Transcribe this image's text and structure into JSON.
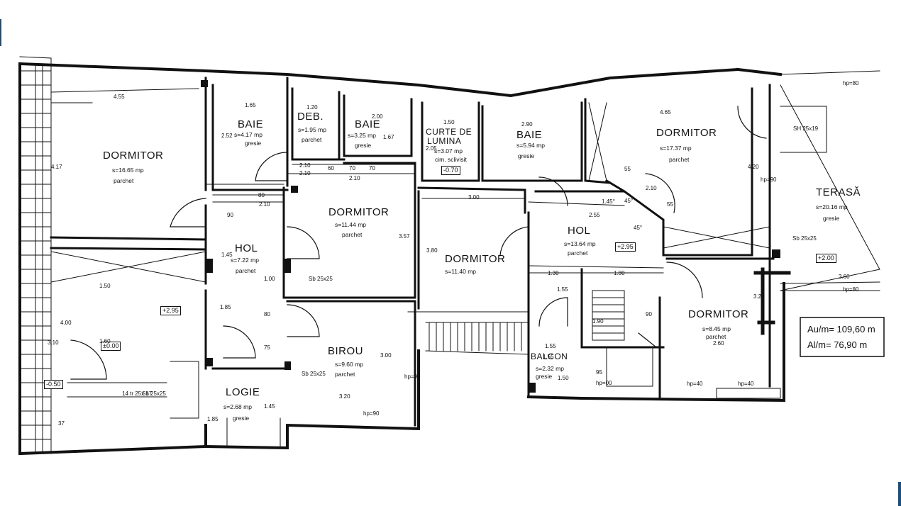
{
  "colors": {
    "ink": "#111111",
    "paper": "#ffffff",
    "accent": "#1f4e79"
  },
  "rooms": [
    {
      "id": "dormitor-1",
      "name": "DORMITOR",
      "area": "s=16.65 mp",
      "finish": "parchet"
    },
    {
      "id": "baie-1",
      "name": "BAIE",
      "area": "s=4.17 mp",
      "finish": "gresie"
    },
    {
      "id": "deb",
      "name": "DEB.",
      "area": "s=1.95 mp",
      "finish": "parchet"
    },
    {
      "id": "baie-2",
      "name": "BAIE",
      "area": "s=3.25 mp",
      "finish": "gresie"
    },
    {
      "id": "curte",
      "name": "CURTE DE",
      "name2": "LUMINA",
      "area": "s=3.07 mp",
      "finish": "cim. sclivisit"
    },
    {
      "id": "baie-3",
      "name": "BAIE",
      "area": "s=5.94 mp",
      "finish": "gresie"
    },
    {
      "id": "dormitor-2",
      "name": "DORMITOR",
      "area": "s=17.37 mp",
      "finish": "parchet"
    },
    {
      "id": "terasa",
      "name": "TERASĂ",
      "area": "s=20.16 mp",
      "finish": "gresie"
    },
    {
      "id": "dormitor-3",
      "name": "DORMITOR",
      "area": "s=11.44 mp",
      "finish": "parchet"
    },
    {
      "id": "hol-1",
      "name": "HOL",
      "area": "s=7.22 mp",
      "finish": "parchet"
    },
    {
      "id": "dormitor-4",
      "name": "DORMITOR",
      "area": "s=11.40 mp",
      "finish": ""
    },
    {
      "id": "hol-2",
      "name": "HOL",
      "area": "s=13.64 mp",
      "finish": "parchet"
    },
    {
      "id": "dormitor-5",
      "name": "DORMITOR",
      "area": "s=8.45 mp",
      "finish": "parchet"
    },
    {
      "id": "birou",
      "name": "BIROU",
      "area": "s=9.60 mp",
      "finish": "parchet"
    },
    {
      "id": "logie",
      "name": "LOGIE",
      "area": "s=2.68 mp",
      "finish": "gresie"
    },
    {
      "id": "balcon",
      "name": "BALCON",
      "area": "s=2.32 mp",
      "finish": "gresie"
    }
  ],
  "levels": [
    "-0.70",
    "+2.95",
    "+2.95",
    "±0.00",
    "-0.50",
    "+2.00"
  ],
  "dimensions": [
    "4.55",
    "1.65",
    "1.20",
    "2.00",
    "1.50",
    "2.90",
    "4.65",
    "4.17",
    "2.52",
    "1.67",
    "2.05",
    "2.10",
    "2.10",
    "60",
    "70",
    "70",
    "2.10",
    "80",
    "3.00",
    "3.57",
    "3.80",
    "2.10",
    "1.45",
    "90",
    "1.00",
    "1.85",
    "80",
    "75",
    "3.20",
    "3.00",
    "hp=90",
    "hp=90",
    "1.45",
    "1.85",
    "4.00",
    "1.60",
    "1.50",
    "3.10",
    "14 tr 25x 17",
    "1.55",
    "1.30",
    "1.80",
    "1.55",
    "2.55",
    "1.90",
    "90",
    "2.60",
    "3.25",
    "4.20",
    "hp=90",
    "hp=80",
    "hp=80",
    "3.60",
    "hp=40",
    "hp=40",
    "hp=00",
    "1.55",
    "1.50",
    "Sb 25x25",
    "Sb 25x25",
    "Sb 25x25",
    "Sb 25x25",
    "SH 25x19",
    "45°",
    "45°",
    "1.45°",
    "55",
    "55",
    "2.10",
    "95",
    "37"
  ],
  "totals": {
    "useful": "Au/m= 109,60 m",
    "built": "Al/m=  76,90 m"
  }
}
